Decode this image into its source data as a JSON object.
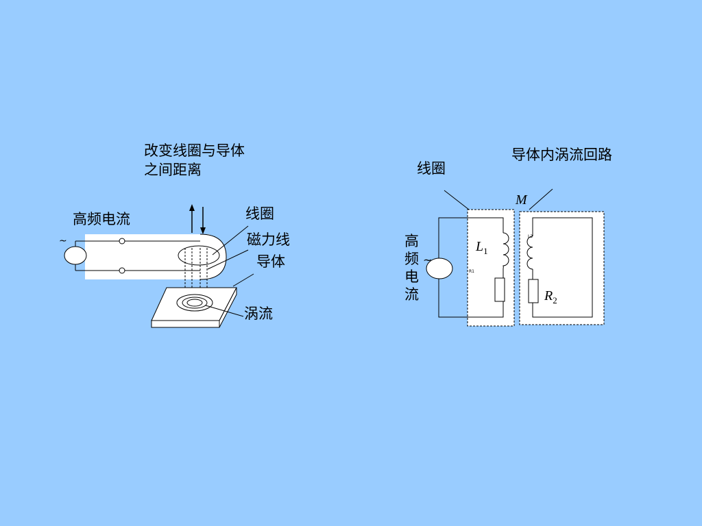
{
  "left_diagram": {
    "title_line1": "改变线圈与导体",
    "title_line2": "之间距离",
    "high_freq_current": "高频电流",
    "coil": "线圈",
    "magnetic_lines": "磁力线",
    "conductor": "导体",
    "eddy_current": "涡流",
    "tilde": "~"
  },
  "right_diagram": {
    "coil": "线圈",
    "eddy_loop": "导体内涡流回路",
    "mutual": "M",
    "high_freq_current": [
      "高",
      "频",
      "电",
      "流"
    ],
    "L1": "L",
    "L1_sub": "1",
    "R1_small": "R1",
    "L2_small": "L2",
    "R2": "R",
    "R2_sub": "2",
    "tilde": "~"
  },
  "colors": {
    "background": "#99ccff",
    "panel": "#ffffff",
    "line": "#000000"
  }
}
